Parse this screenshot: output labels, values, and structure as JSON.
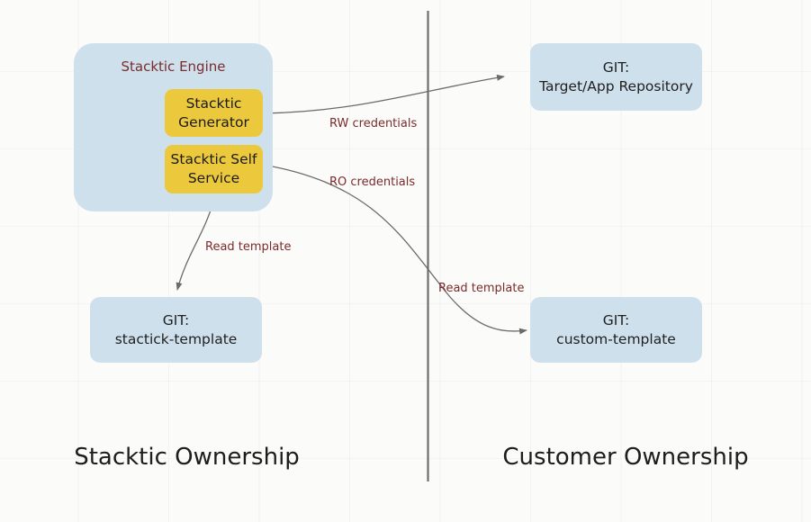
{
  "diagram": {
    "title_not_shown": "",
    "background_color": "#fbfbfa",
    "colors": {
      "container_blue": "#cfe0ed",
      "node_yellow": "#ebc83c",
      "label_maroon": "#7b2b2b",
      "edge_gray": "#6b6b6b",
      "divider_gray": "#6e6e6e",
      "text_dark": "#1d1d1d"
    },
    "engine": {
      "title": "Stacktic Engine",
      "nodes": [
        {
          "line1": "Stacktic",
          "line2": "Generator"
        },
        {
          "line1": "Stacktic Self",
          "line2": "Service"
        }
      ]
    },
    "repositories": [
      {
        "id": "target-app-repository",
        "line1": "GIT:",
        "line2": "Target/App Repository"
      },
      {
        "id": "stactick-template",
        "line1": "GIT:",
        "line2": "stactick-template"
      },
      {
        "id": "custom-template",
        "line1": "GIT:",
        "line2": "custom-template"
      }
    ],
    "edge_labels": [
      {
        "id": "rw-credentials",
        "text": "RW credentials"
      },
      {
        "id": "ro-credentials",
        "text": "RO credentials"
      },
      {
        "id": "read-template-left",
        "text": "Read template"
      },
      {
        "id": "read-template-right",
        "text": "Read template"
      }
    ],
    "sections": [
      {
        "id": "stacktic-ownership",
        "label": "Stacktic Ownership"
      },
      {
        "id": "customer-ownership",
        "label": "Customer Ownership"
      }
    ]
  }
}
